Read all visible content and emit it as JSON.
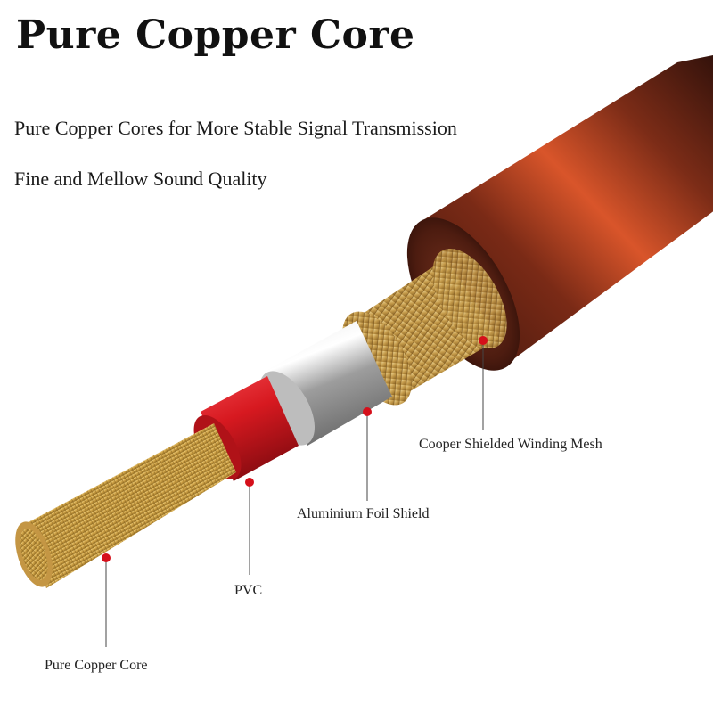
{
  "header": {
    "title": "Pure Copper Core",
    "line1": "Pure Copper Cores for More Stable Signal Transmission",
    "line2": "Fine and Mellow Sound Quality"
  },
  "callouts": {
    "mesh": "Cooper Shielded Winding Mesh",
    "foil": "Aluminium Foil Shield",
    "pvc": "PVC",
    "core": "Pure Copper Core"
  },
  "colors": {
    "jacket": "#5a2518",
    "jacket_glow": "#d9552a",
    "mesh": "#c9a55a",
    "foil": "#c8c8c8",
    "pvc": "#d71920",
    "core": "#d8b25c",
    "marker": "#d50f1a"
  }
}
